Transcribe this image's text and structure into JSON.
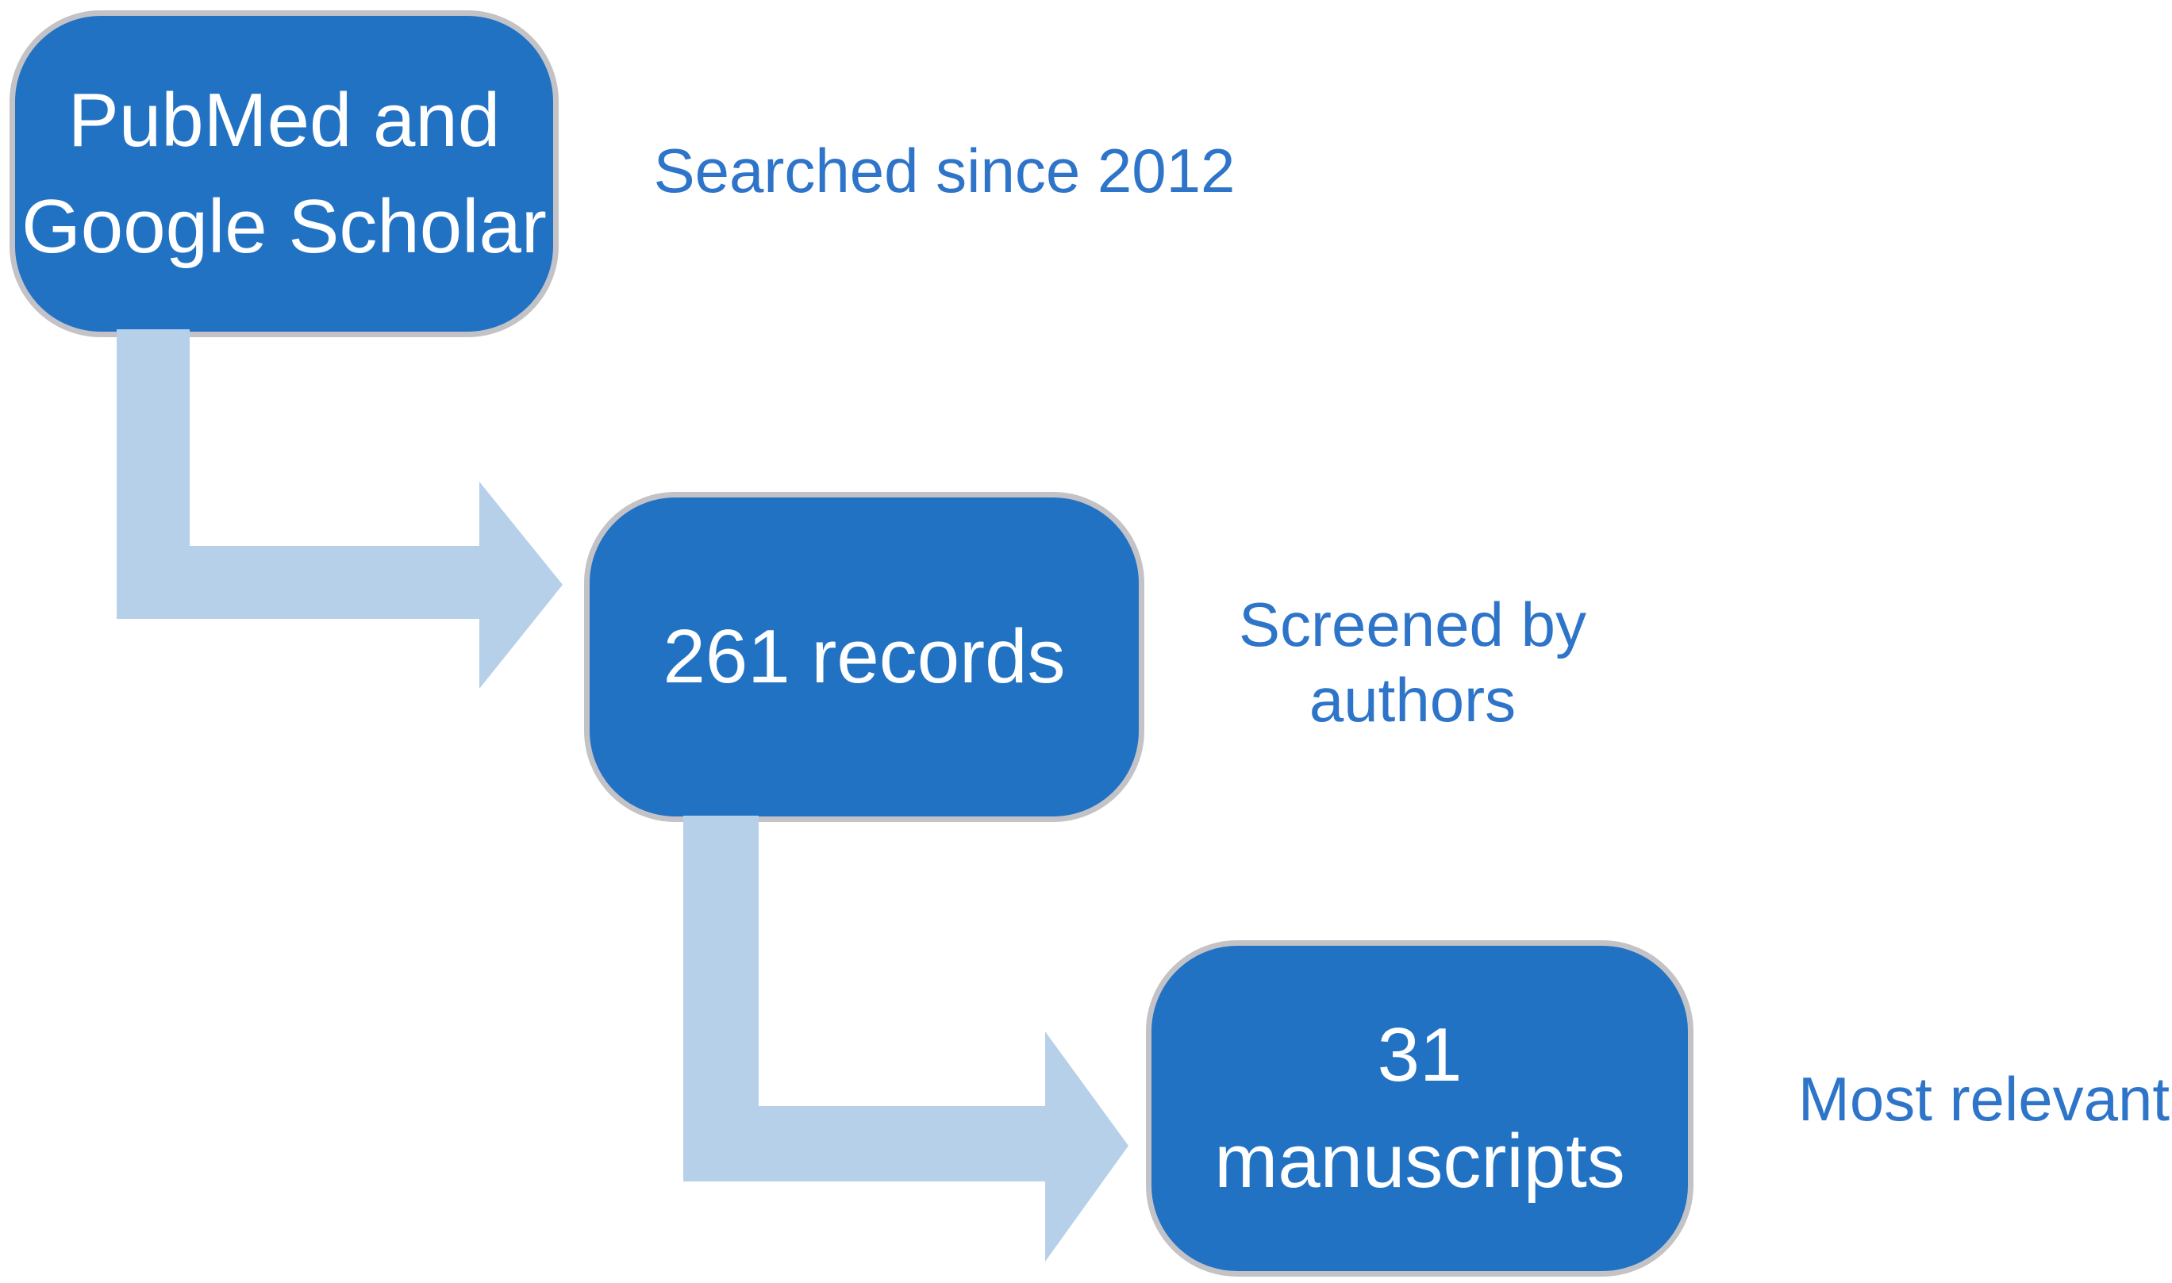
{
  "figure": {
    "background": "#FFFFFF",
    "colors": {
      "node_fill": "#2272C4",
      "node_border": "#C3C3C7",
      "node_text": "#FFFFFF",
      "arrow_fill": "#B7D0EA",
      "caption_text": "#2E74C8"
    },
    "steps": [
      {
        "box_lines": [
          "PubMed and",
          "Google Scholar"
        ],
        "caption_lines": [
          "Searched since 2012"
        ]
      },
      {
        "box_lines": [
          "261 records"
        ],
        "caption_lines": [
          "Screened by",
          "authors"
        ]
      },
      {
        "box_lines": [
          "31",
          "manuscripts"
        ],
        "caption_lines": [
          "Most relevant"
        ]
      }
    ]
  }
}
